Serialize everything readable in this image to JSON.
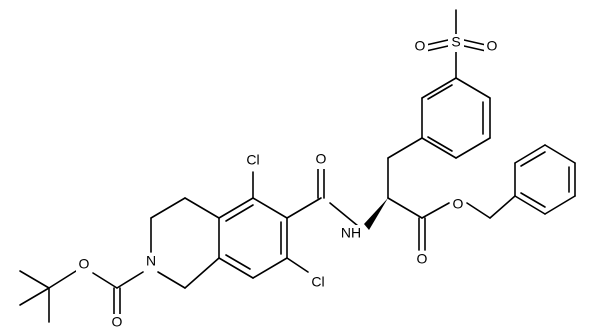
{
  "molecule": {
    "atoms": {
      "s": "S",
      "o_sulfonyl_left": "O",
      "o_sulfonyl_right": "O",
      "cl_top": "Cl",
      "cl_bottom": "Cl",
      "o_amide": "O",
      "n_amide": "NH",
      "o_ester_ether": "O",
      "o_ester_carbonyl": "O",
      "n_ring": "N",
      "o_boc_ether": "O",
      "o_boc_carbonyl": "O"
    }
  },
  "colors": {
    "bond": "#000000",
    "text": "#000000",
    "background": "#ffffff"
  }
}
